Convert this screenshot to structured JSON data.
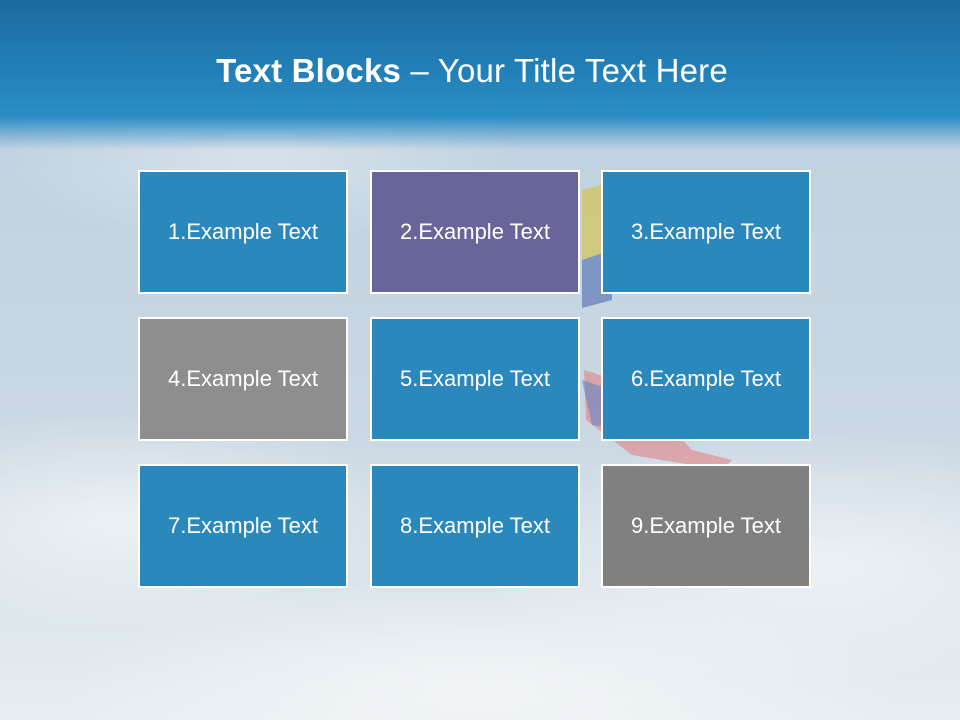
{
  "title": {
    "bold": "Text Blocks",
    "dash": " – ",
    "rest": "Your Title Text Here"
  },
  "colors": {
    "header": "#2281b9",
    "blue": "#2b88bd",
    "purple": "#68659a",
    "gray_light": "#8e8e8e",
    "gray_dark": "#808080"
  },
  "tiles": [
    {
      "label": "1.Example Text",
      "color": "#2b88bd"
    },
    {
      "label": "2.Example Text",
      "color": "#68659a"
    },
    {
      "label": "3.Example Text",
      "color": "#2b88bd"
    },
    {
      "label": "4.Example Text",
      "color": "#8e8e8e"
    },
    {
      "label": "5.Example Text",
      "color": "#2b88bd"
    },
    {
      "label": "6.Example Text",
      "color": "#2b88bd"
    },
    {
      "label": "7.Example Text",
      "color": "#2b88bd"
    },
    {
      "label": "8.Example Text",
      "color": "#2b88bd"
    },
    {
      "label": "9.Example Text",
      "color": "#808080"
    }
  ]
}
